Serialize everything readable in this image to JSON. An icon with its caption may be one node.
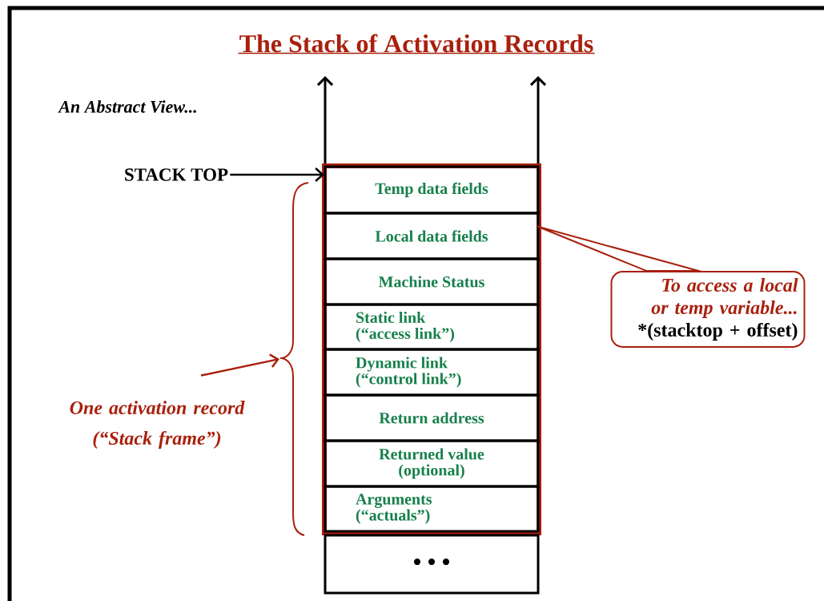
{
  "diagram": {
    "title": "The Stack of Activation Records",
    "nodes": [
      {
        "text": [
          "STACK TOP"
        ]
      },
      {
        "text": [],
        "shape": "box"
      },
      {
        "text": [
          "Temp data fields"
        ],
        "in": 1
      },
      {
        "text": [
          "Local data fields"
        ],
        "in": 1
      },
      {
        "text": [
          "Machine Status"
        ],
        "in": 1
      },
      {
        "text": [
          "Static link (“access link”)"
        ],
        "in": 1
      },
      {
        "text": [
          "Dynamic link (“control link”)"
        ],
        "in": 1
      },
      {
        "text": [
          "Return address"
        ],
        "in": 1
      },
      {
        "text": [
          "Returned value (optional)"
        ],
        "in": 1
      },
      {
        "text": [
          "Arguments (“actuals”)"
        ],
        "in": 1
      },
      {
        "text": [
          "• • •"
        ]
      },
      {
        "text": [
          "To access a local or temp variable...",
          "*(stacktop + offset)"
        ]
      },
      {
        "text": [
          "One activation record (“Stack frame”)"
        ]
      },
      {
        "text": [],
        "shape": "brace"
      }
    ],
    "edges": [
      {
        "from": 0,
        "to": 1,
        "arrow": "to",
        "color": "#000000"
      },
      {
        "from": 11,
        "to": 3,
        "arrow": "none",
        "color": "#a8200d"
      },
      {
        "from": 12,
        "to": 13,
        "arrow": "to",
        "color": "#a8200d"
      }
    ],
    "labels": [
      "An Abstract View..."
    ]
  }
}
